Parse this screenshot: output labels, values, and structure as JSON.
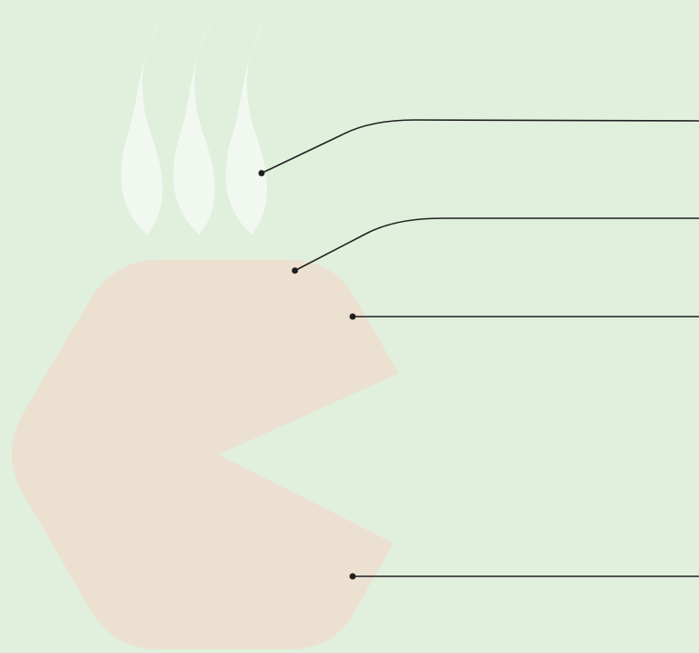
{
  "colors": {
    "background": "#e1efdd",
    "body_fill": "#ece0d0",
    "steam_fill": "#f1f8f0",
    "leader_line": "#1f1f1f"
  },
  "shapes": {
    "steam": {
      "icon": "steam-wisps-icon",
      "count": 3
    },
    "body": {
      "icon": "hexagon-mouth-shape-icon"
    }
  },
  "callouts": [
    {
      "name": "callout-steam",
      "label": ""
    },
    {
      "name": "callout-body-top",
      "label": ""
    },
    {
      "name": "callout-upper-jaw",
      "label": ""
    },
    {
      "name": "callout-lower-jaw",
      "label": ""
    }
  ]
}
